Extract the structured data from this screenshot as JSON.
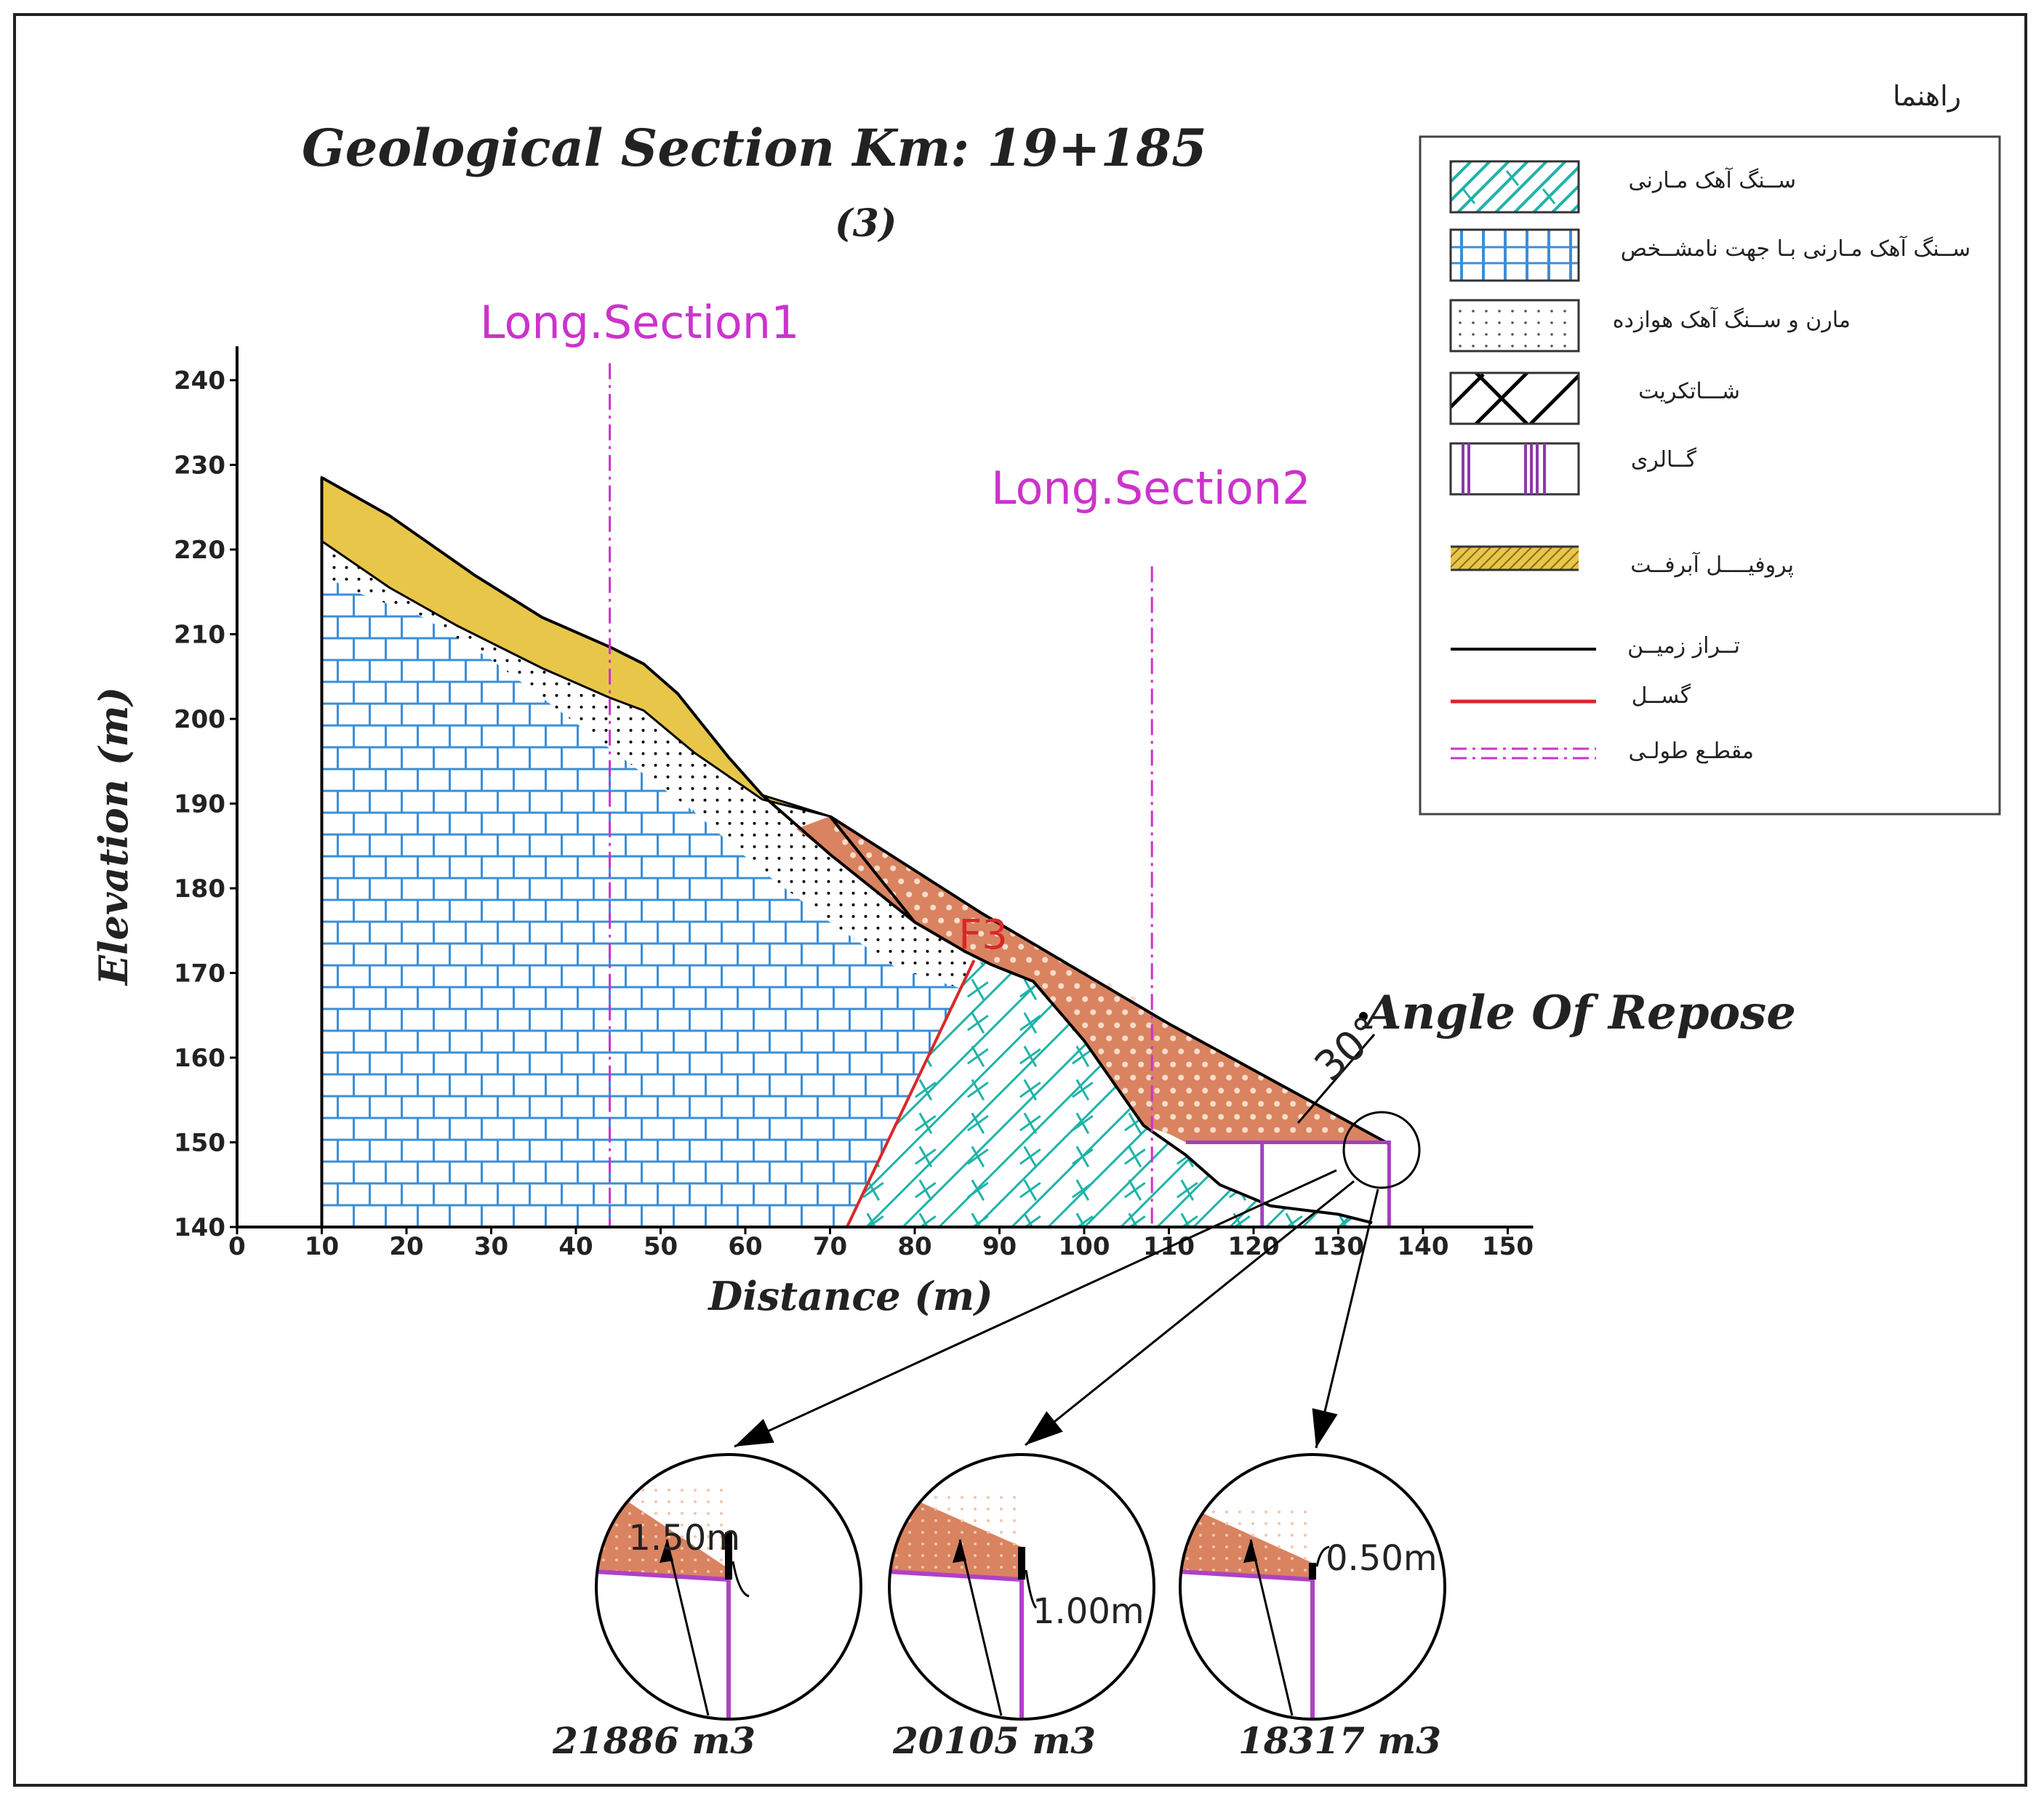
{
  "title": "Geological Section Km:  19+185",
  "subtitle": "(3)",
  "section_labels": {
    "long1": "Long.Section1",
    "long2": "Long.Section2"
  },
  "axes": {
    "xlabel": "Distance  (m)",
    "ylabel": "Elevation  (m)",
    "x_ticks": [
      "0",
      "10",
      "20",
      "30",
      "40",
      "50",
      "60",
      "70",
      "80",
      "90",
      "100",
      "110",
      "120",
      "130",
      "140",
      "150"
    ],
    "y_ticks": [
      "140",
      "150",
      "160",
      "170",
      "180",
      "190",
      "200",
      "210",
      "220",
      "230",
      "240"
    ]
  },
  "annotations": {
    "fault": "F3",
    "angle_value": "30°",
    "angle_text": "Angle  Of  Repose"
  },
  "legend": {
    "title": "راهنما",
    "items": [
      {
        "label": "ســنگ آهک مـارنی",
        "pattern": "teal-hatch"
      },
      {
        "label": "ســنگ آهک مـارنی بـا جهت نامشــخص",
        "pattern": "blue-brick"
      },
      {
        "label": "مارن و ســنگ آهک هوازده",
        "pattern": "dots"
      },
      {
        "label": "شـــاتکریت",
        "pattern": "shotcrete-x"
      },
      {
        "label": "گــالری",
        "pattern": "gallery-bars"
      },
      {
        "label": "پروفیــــل آبرفــت",
        "pattern": "yellow-hatch"
      },
      {
        "label": "تــراز زمیــن",
        "pattern": "black-line"
      },
      {
        "label": "گســل",
        "pattern": "red-line"
      },
      {
        "label": "مقطـع طولـی",
        "pattern": "purple-dashdot"
      }
    ]
  },
  "details": [
    {
      "height_label": "1.50m",
      "volume_label": "21886  m3"
    },
    {
      "height_label": "1.00m",
      "volume_label": "20105  m3"
    },
    {
      "height_label": "0.50m",
      "volume_label": "18317  m3"
    }
  ],
  "colors": {
    "blue_rock": "#3a8fd8",
    "teal_rock": "#1fb3a8",
    "yellow": "#e8c64a",
    "orange": "#d98360",
    "fault": "#d8282a",
    "section": "#cc33cc",
    "gallery": "#8a3aa8"
  }
}
